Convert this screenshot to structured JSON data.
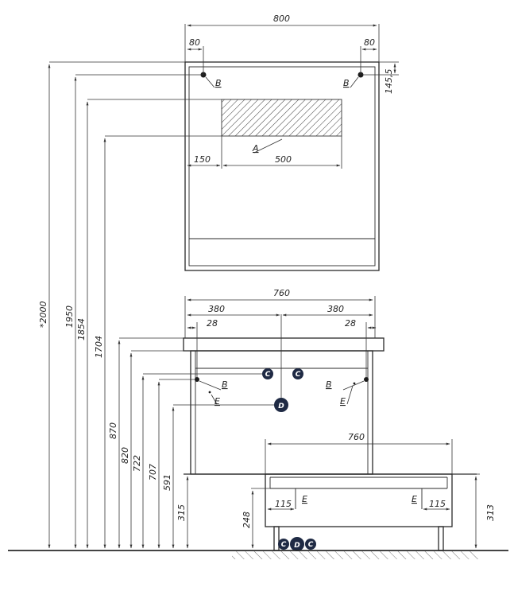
{
  "dimensions": {
    "mirror_width": "800",
    "mirror_left_offset": "80",
    "mirror_right_offset": "80",
    "mirror_top_hole": "145,5",
    "light_offset": "150",
    "light_width": "500",
    "top_width": "760",
    "half_left": "380",
    "half_right": "380",
    "edge_left": "28",
    "edge_right": "28",
    "base_width": "760",
    "base_left_inset": "115",
    "base_right_inset": "115",
    "h_2000": "*2000",
    "h_1950": "1950",
    "h_1854": "1854",
    "h_1704": "1704",
    "h_870": "870",
    "h_820": "820",
    "h_722": "722",
    "h_707": "707",
    "h_591": "591",
    "h_315": "315",
    "h_248": "248",
    "h_313": "313"
  },
  "labels": {
    "A": "A",
    "B": "B",
    "E": "E",
    "C": "C",
    "D": "D"
  },
  "colors": {
    "line": "#2a2a2a",
    "badge": "#1f2a44"
  }
}
